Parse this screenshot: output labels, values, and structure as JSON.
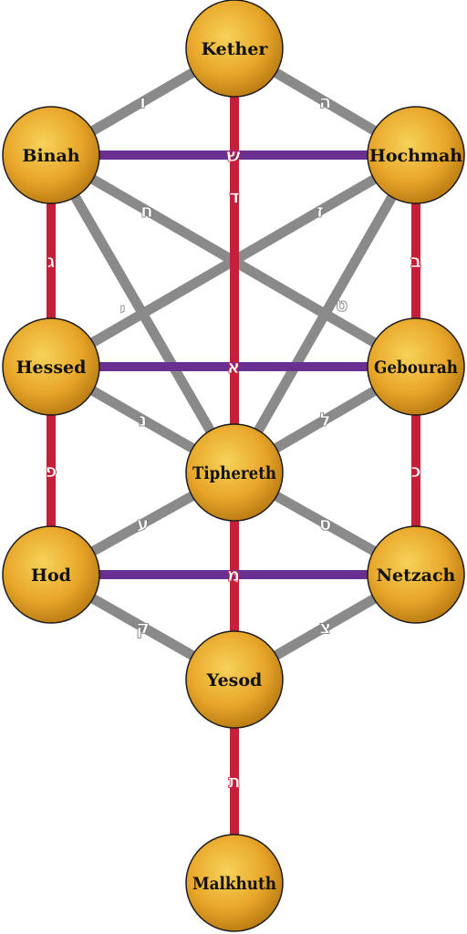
{
  "colors": {
    "background": "#ffffff",
    "path_gray": "#8a8a8a",
    "path_red": "#c4203a",
    "path_purple": "#6b2f91",
    "sphere_light": "#f7d25a",
    "sphere_mid": "#e8a72a",
    "sphere_dark": "#b97a12",
    "sphere_outline": "#1a1a1a",
    "letter_fill": "#ffffff",
    "letter_outline_gray": "#777777",
    "letter_outline_red": "#c4203a",
    "letter_outline_purple": "#c4203a"
  },
  "sephiroth": [
    {
      "id": "kether",
      "label": "Kether"
    },
    {
      "id": "hochmah",
      "label": "Hochmah"
    },
    {
      "id": "binah",
      "label": "Binah"
    },
    {
      "id": "hessed",
      "label": "Hessed"
    },
    {
      "id": "gebourah",
      "label": "Gebourah"
    },
    {
      "id": "tiphereth",
      "label": "Tiphereth"
    },
    {
      "id": "netzach",
      "label": "Netzach"
    },
    {
      "id": "hod",
      "label": "Hod"
    },
    {
      "id": "yesod",
      "label": "Yesod"
    },
    {
      "id": "malkhuth",
      "label": "Malkhuth"
    }
  ],
  "paths": [
    {
      "from": "kether",
      "to": "hochmah",
      "type": "gray",
      "letter": "ה"
    },
    {
      "from": "kether",
      "to": "binah",
      "type": "gray",
      "letter": "ו"
    },
    {
      "from": "kether",
      "to": "tiphereth",
      "type": "red",
      "letter": "ד"
    },
    {
      "from": "binah",
      "to": "hochmah",
      "type": "purple",
      "letter": "ש"
    },
    {
      "from": "hochmah",
      "to": "gebourah",
      "type": "red",
      "letter": "ב"
    },
    {
      "from": "hochmah",
      "to": "hessed",
      "type": "gray",
      "letter": "ז"
    },
    {
      "from": "hochmah",
      "to": "tiphereth",
      "type": "gray",
      "letter": "ט"
    },
    {
      "from": "binah",
      "to": "hessed",
      "type": "red",
      "letter": "ג"
    },
    {
      "from": "binah",
      "to": "gebourah",
      "type": "gray",
      "letter": "ח"
    },
    {
      "from": "binah",
      "to": "tiphereth",
      "type": "gray",
      "letter": "י"
    },
    {
      "from": "hessed",
      "to": "gebourah",
      "type": "purple",
      "letter": "א"
    },
    {
      "from": "hessed",
      "to": "tiphereth",
      "type": "gray",
      "letter": "נ"
    },
    {
      "from": "hessed",
      "to": "hod",
      "type": "red",
      "letter": "פ"
    },
    {
      "from": "gebourah",
      "to": "tiphereth",
      "type": "gray",
      "letter": "ל"
    },
    {
      "from": "gebourah",
      "to": "netzach",
      "type": "red",
      "letter": "כ"
    },
    {
      "from": "tiphereth",
      "to": "hod",
      "type": "gray",
      "letter": "ע"
    },
    {
      "from": "tiphereth",
      "to": "netzach",
      "type": "gray",
      "letter": "ס"
    },
    {
      "from": "tiphereth",
      "to": "yesod",
      "type": "red",
      "letter": "ר"
    },
    {
      "from": "hod",
      "to": "netzach",
      "type": "purple",
      "letter": "מ"
    },
    {
      "from": "hod",
      "to": "yesod",
      "type": "gray",
      "letter": "ק"
    },
    {
      "from": "netzach",
      "to": "yesod",
      "type": "gray",
      "letter": "צ"
    },
    {
      "from": "yesod",
      "to": "malkhuth",
      "type": "red",
      "letter": "ת"
    }
  ]
}
